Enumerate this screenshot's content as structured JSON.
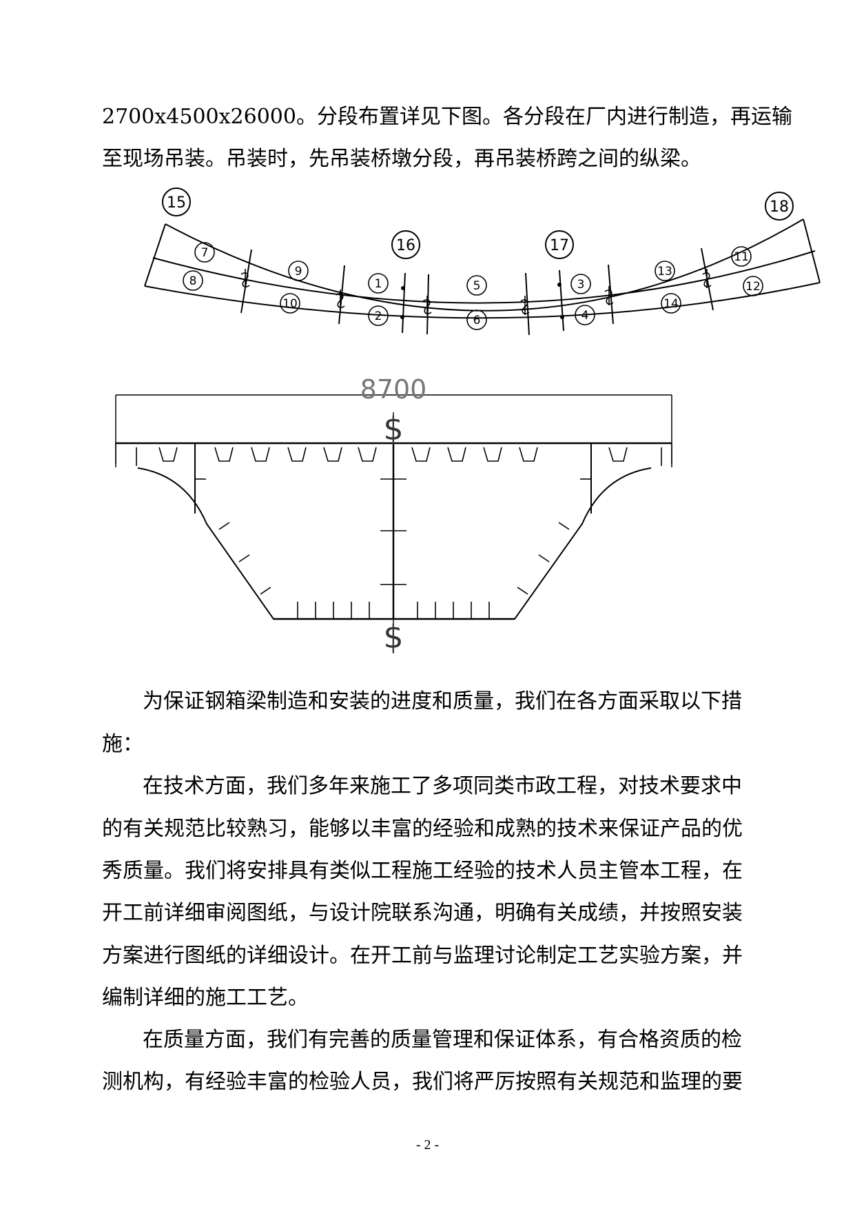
{
  "intro": [
    "2700x4500x26000。分段布置详见下图。各分段在厂内进行制造，再运输",
    "至现场吊装。吊装时，先吊装桥墩分段，再吊装桥跨之间的纵梁。"
  ],
  "plan_figure": {
    "pier_labels": [
      "15",
      "16",
      "17",
      "18"
    ],
    "segment_labels": [
      "7",
      "8",
      "9",
      "10",
      "1",
      "2",
      "5",
      "6",
      "3",
      "4",
      "13",
      "14",
      "11",
      "12"
    ]
  },
  "section_figure": {
    "width_dimension": "8700",
    "centerline_symbol": "$"
  },
  "paragraphs": [
    [
      "为保证钢箱梁制造和安装的进度和质量，我们在各方面采取以下措",
      "施："
    ],
    [
      "在技术方面，我们多年来施工了多项同类市政工程，对技术要求中",
      "的有关规范比较熟习，能够以丰富的经验和成熟的技术来保证产品的优",
      "秀质量。我们将安排具有类似工程施工经验的技术人员主管本工程，在",
      "开工前详细审阅图纸，与设计院联系沟通，明确有关成绩，并按照安装",
      "方案进行图纸的详细设计。在开工前与监理讨论制定工艺实验方案，并",
      "编制详细的施工工艺。"
    ],
    [
      "在质量方面，我们有完善的质量管理和保证体系，有合格资质的检",
      "测机构，有经验丰富的检验人员，我们将严厉按照有关规范和监理的要"
    ]
  ],
  "page_number": "- 2 -"
}
